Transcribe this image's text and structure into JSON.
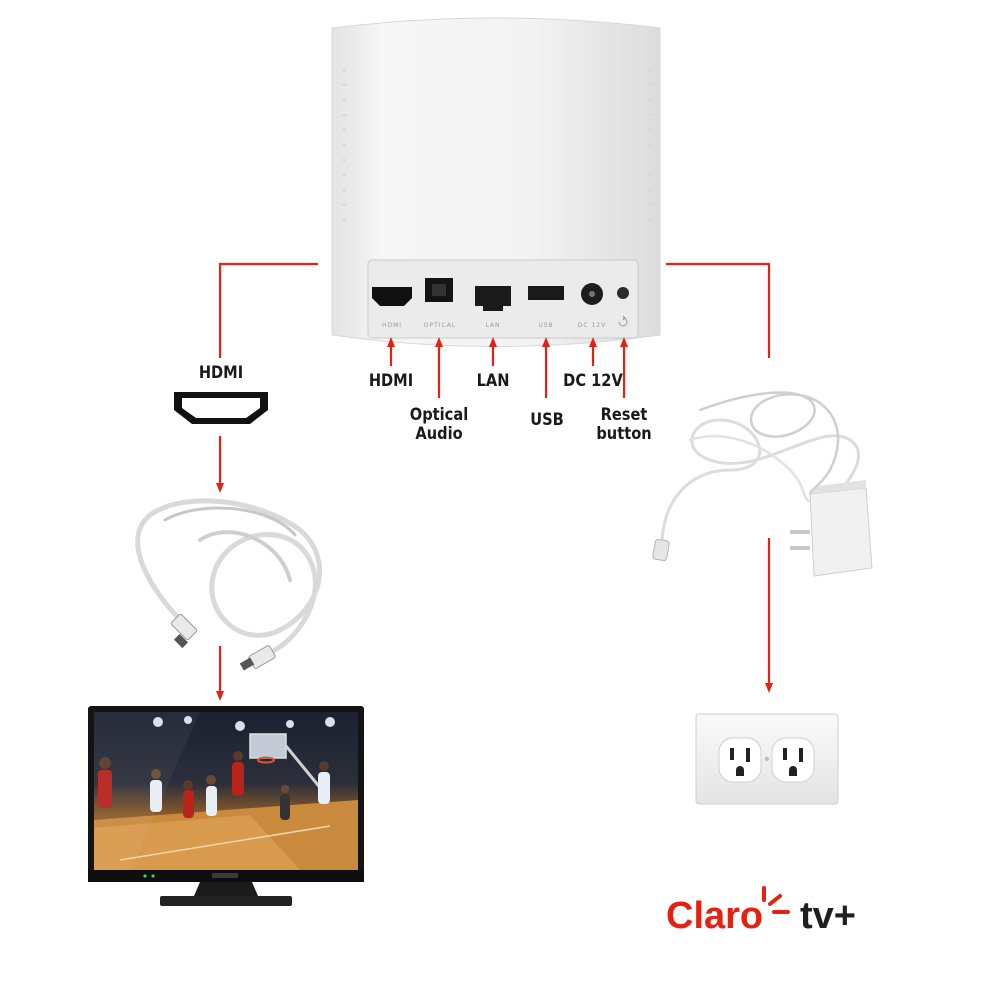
{
  "ports": {
    "hdmi": "HDMI",
    "optical_line1": "Optical",
    "optical_line2": "Audio",
    "lan": "LAN",
    "usb": "USB",
    "dc": "DC 12V",
    "reset_line1": "Reset",
    "reset_line2": "button"
  },
  "port_print": {
    "hdmi": "HDMI",
    "optical": "OPTICAL",
    "lan": "LAN",
    "usb": "USB",
    "dc": "DC 12V"
  },
  "cable_label": "HDMI",
  "brand": {
    "name": "Claro",
    "service": "tv+"
  },
  "colors": {
    "accent": "#e32213",
    "device": "#f2f2f2",
    "text": "#1a1a1a"
  },
  "icons": {
    "hdmi_connector": "hdmi-connector-icon",
    "reset": "reset-icon"
  }
}
